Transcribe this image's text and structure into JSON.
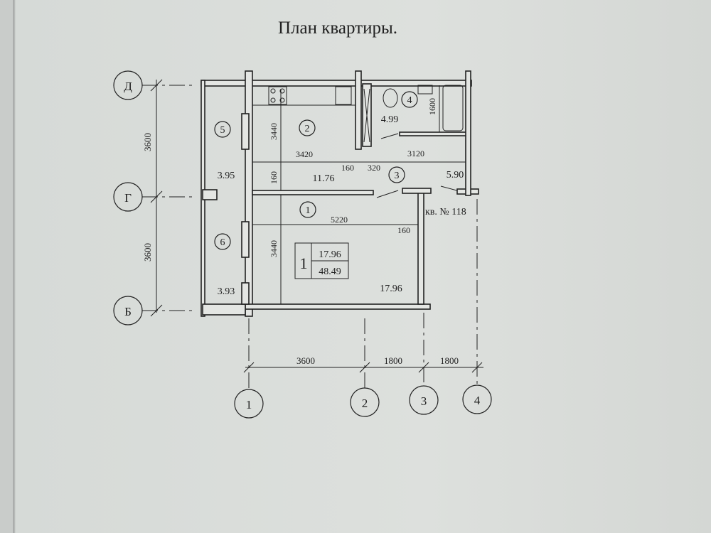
{
  "title": "План квартиры.",
  "axes": {
    "rows": [
      "Д",
      "Г",
      "Б"
    ],
    "cols": [
      "1",
      "2",
      "3",
      "4"
    ]
  },
  "row_dims": [
    "3600",
    "3600"
  ],
  "col_dims": [
    "3600",
    "1800",
    "1800"
  ],
  "rooms": [
    {
      "num": "1",
      "area": "17.96"
    },
    {
      "num": "2",
      "area": "11.76"
    },
    {
      "num": "3",
      "area": "5.90"
    },
    {
      "num": "4",
      "area": "4.99"
    },
    {
      "num": "5",
      "area": "3.95"
    },
    {
      "num": "6",
      "area": "3.93"
    }
  ],
  "dims": {
    "kitchen_h": "3440",
    "kitchen_w": "3420",
    "hall_w": "3120",
    "wall1": "160",
    "wall2": "320",
    "wall3": "160",
    "bath_h": "1600",
    "room_w": "5220",
    "wall4": "160",
    "room_h": "3440"
  },
  "apartment_label": "кв. № 118",
  "summary": {
    "rooms_count": "1",
    "living_area": "17.96",
    "total_area": "48.49"
  }
}
